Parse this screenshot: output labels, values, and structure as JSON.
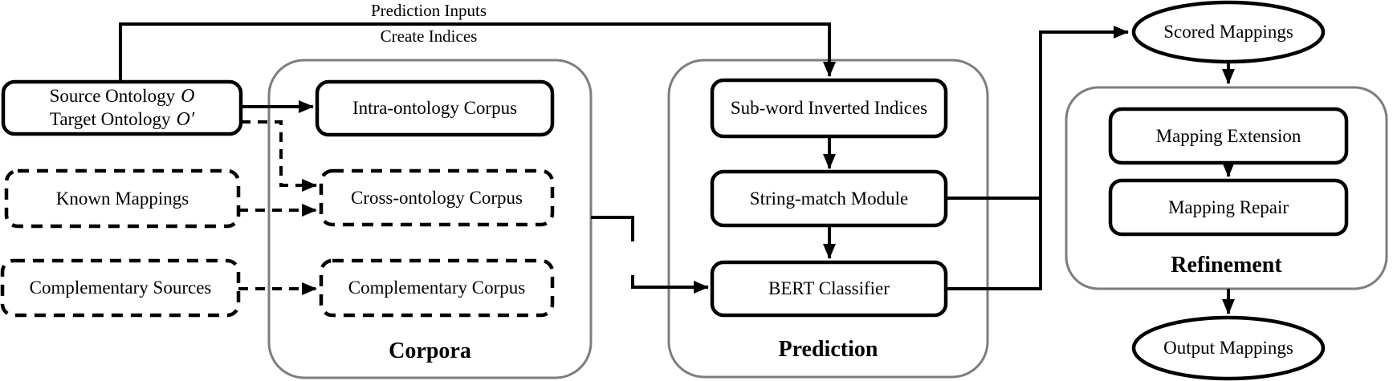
{
  "figure": {
    "annotations": {
      "top_above_line": "Prediction Inputs",
      "top_below_line": "Create Indices"
    },
    "groups": {
      "corpora": "Corpora",
      "prediction": "Prediction",
      "refinement": "Refinement"
    },
    "nodes": {
      "source_target": {
        "line1": "Source Ontology",
        "line1_sym": "O",
        "line2": "Target Ontology",
        "line2_sym": "O′"
      },
      "known_mappings": "Known Mappings",
      "complementary_sources": "Complementary Sources",
      "intra_corpus": "Intra-ontology Corpus",
      "cross_corpus": "Cross-ontology Corpus",
      "complementary_corpus": "Complementary Corpus",
      "subword_indices": "Sub-word Inverted Indices",
      "string_match": "String-match Module",
      "bert_classifier": "BERT Classifier",
      "mapping_extension": "Mapping Extension",
      "mapping_repair": "Mapping Repair",
      "scored_mappings": "Scored Mappings",
      "output_mappings": "Output Mappings"
    },
    "edges": [
      {
        "from": "source_target",
        "to": "subword_indices",
        "style": "solid",
        "label": "Prediction Inputs / Create Indices"
      },
      {
        "from": "source_target",
        "to": "intra_corpus",
        "style": "solid"
      },
      {
        "from": "source_target",
        "to": "cross_corpus",
        "style": "dashed"
      },
      {
        "from": "known_mappings",
        "to": "cross_corpus",
        "style": "dashed"
      },
      {
        "from": "complementary_sources",
        "to": "complementary_corpus",
        "style": "dashed"
      },
      {
        "from": "corpora",
        "to": "bert_classifier",
        "style": "solid"
      },
      {
        "from": "subword_indices",
        "to": "string_match",
        "style": "solid"
      },
      {
        "from": "string_match",
        "to": "bert_classifier",
        "style": "solid"
      },
      {
        "from": "string_match",
        "to": "scored_mappings",
        "style": "solid"
      },
      {
        "from": "bert_classifier",
        "to": "scored_mappings",
        "style": "solid"
      },
      {
        "from": "scored_mappings",
        "to": "refinement",
        "style": "solid"
      },
      {
        "from": "mapping_extension",
        "to": "mapping_repair",
        "style": "solid"
      },
      {
        "from": "refinement",
        "to": "output_mappings",
        "style": "solid"
      }
    ],
    "colors": {
      "box_border": "#000000",
      "group_border": "#7d7d7d",
      "background": "#ffffff"
    }
  }
}
